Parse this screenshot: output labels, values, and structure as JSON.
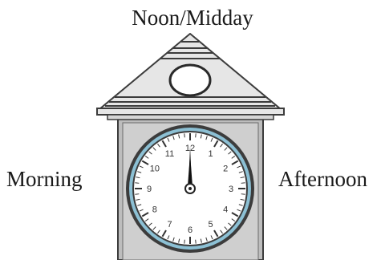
{
  "labels": {
    "top": "Noon/Midday",
    "left": "Morning",
    "right": "Afternoon"
  },
  "clock": {
    "numerals": [
      "12",
      "1",
      "2",
      "3",
      "4",
      "5",
      "6",
      "7",
      "8",
      "9",
      "10",
      "11"
    ],
    "time": "12:00",
    "colors": {
      "roof_fill": "#e4e4e4",
      "body_fill": "#bdbdbd",
      "rim": "#3c3c3c",
      "bezel": "#7fb7cc",
      "face": "#ffffff",
      "ink": "#333333"
    }
  }
}
